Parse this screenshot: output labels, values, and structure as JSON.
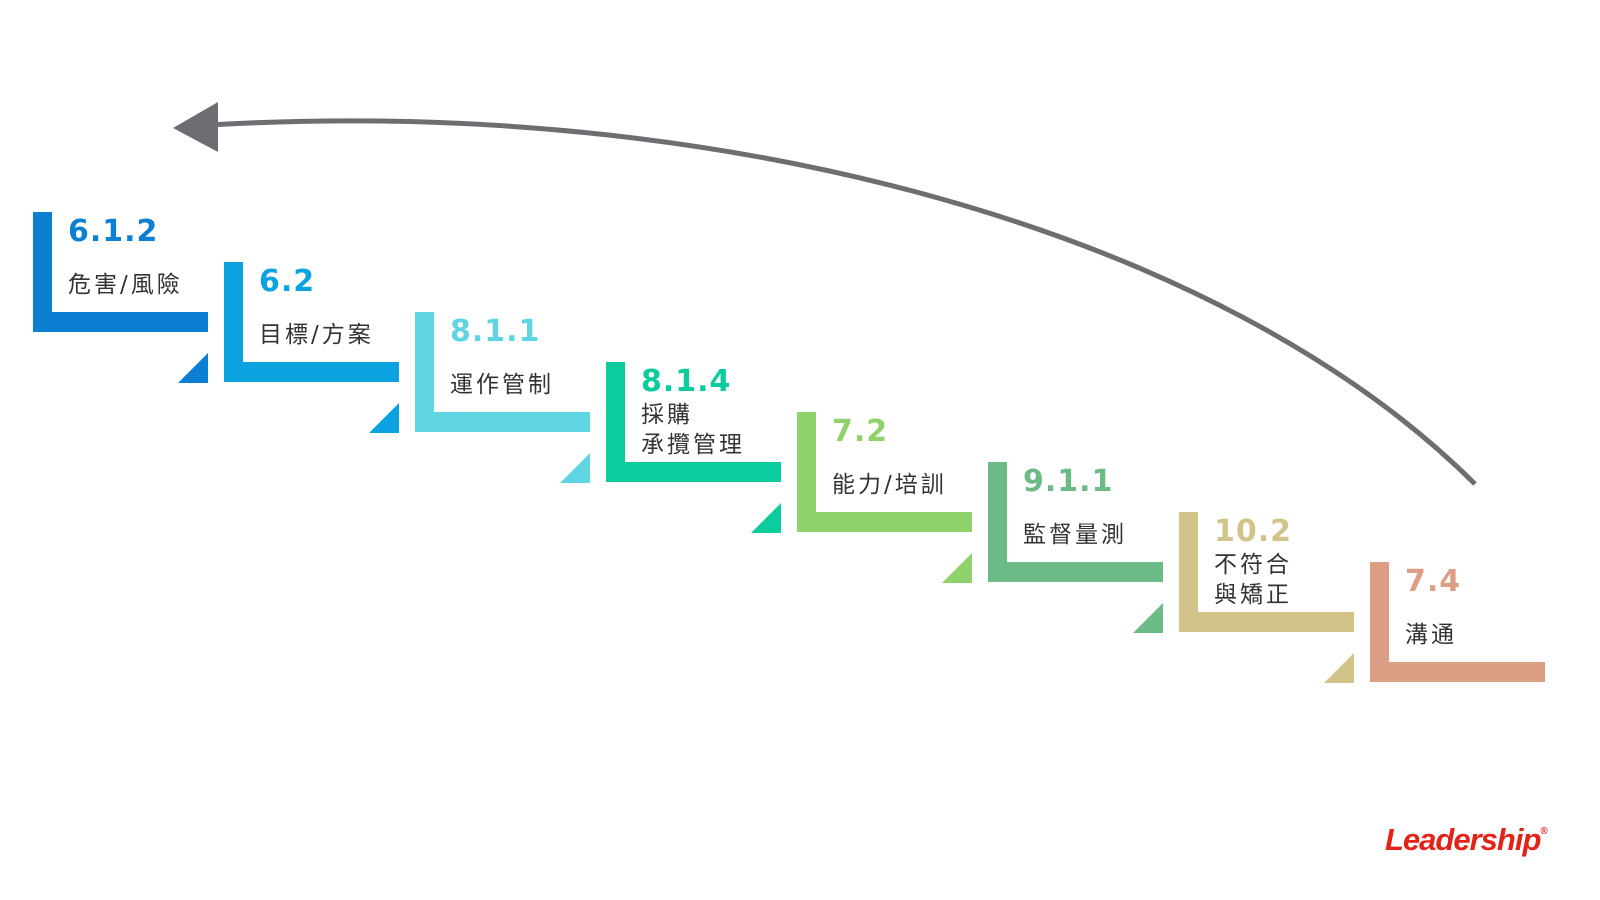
{
  "steps": [
    {
      "number": "6.1.2",
      "label": [
        "危害/風險"
      ],
      "color": "#0b7fd1"
    },
    {
      "number": "6.2",
      "label": [
        "目標/方案"
      ],
      "color": "#0aa3e0"
    },
    {
      "number": "8.1.1",
      "label": [
        "運作管制"
      ],
      "color": "#5fd5e2"
    },
    {
      "number": "8.1.4",
      "label": [
        "採購",
        "承攬管理"
      ],
      "color": "#0ccc9e"
    },
    {
      "number": "7.2",
      "label": [
        "能力/培訓"
      ],
      "color": "#8fd16a"
    },
    {
      "number": "9.1.1",
      "label": [
        "監督量測"
      ],
      "color": "#6cba85"
    },
    {
      "number": "10.2",
      "label": [
        "不符合",
        "與矯正"
      ],
      "color": "#d2c38a"
    },
    {
      "number": "7.4",
      "label": [
        "溝通"
      ],
      "color": "#dc9f86"
    }
  ],
  "arrow_color": "#6d6e71",
  "logo": {
    "text": "Leadership",
    "mark": "®"
  }
}
